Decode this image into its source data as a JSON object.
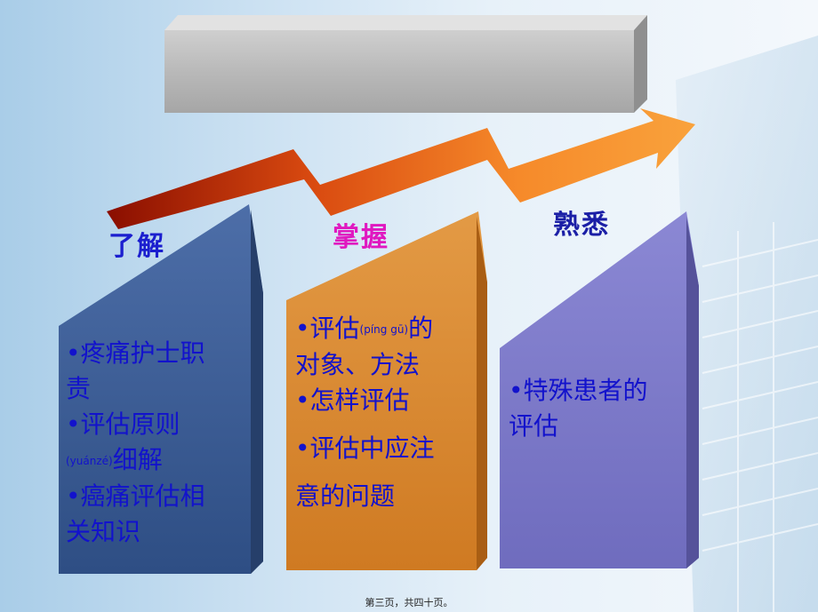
{
  "slide": {
    "labels": [
      "了解",
      "掌握",
      "熟悉"
    ],
    "panel1": {
      "line1": "•疼痛护士职",
      "line2": "责",
      "line3": "•评估原则",
      "line4_pinyin": "(yuánzé)",
      "line4_text": "细解",
      "line5": "•癌痛评估相",
      "line6": "关知识"
    },
    "panel2": {
      "line1_a": "•评估",
      "line1_pinyin": "(píng gū)",
      "line1_b": "的",
      "line2": "对象、方法",
      "line3": "•怎样评估",
      "line4": "•评估中应注",
      "line5": "意的问题"
    },
    "panel3": {
      "line1": "•特殊患者的",
      "line2": "评估"
    },
    "footer": "第三页，共四十页。"
  },
  "colors": {
    "panel1": "#3b5a8e",
    "panel2": "#d9842b",
    "panel3": "#7b78c6",
    "label1": "#1b1fcf",
    "label2": "#e018c0",
    "label3": "#1b1fa6",
    "text": "#1212cc"
  }
}
